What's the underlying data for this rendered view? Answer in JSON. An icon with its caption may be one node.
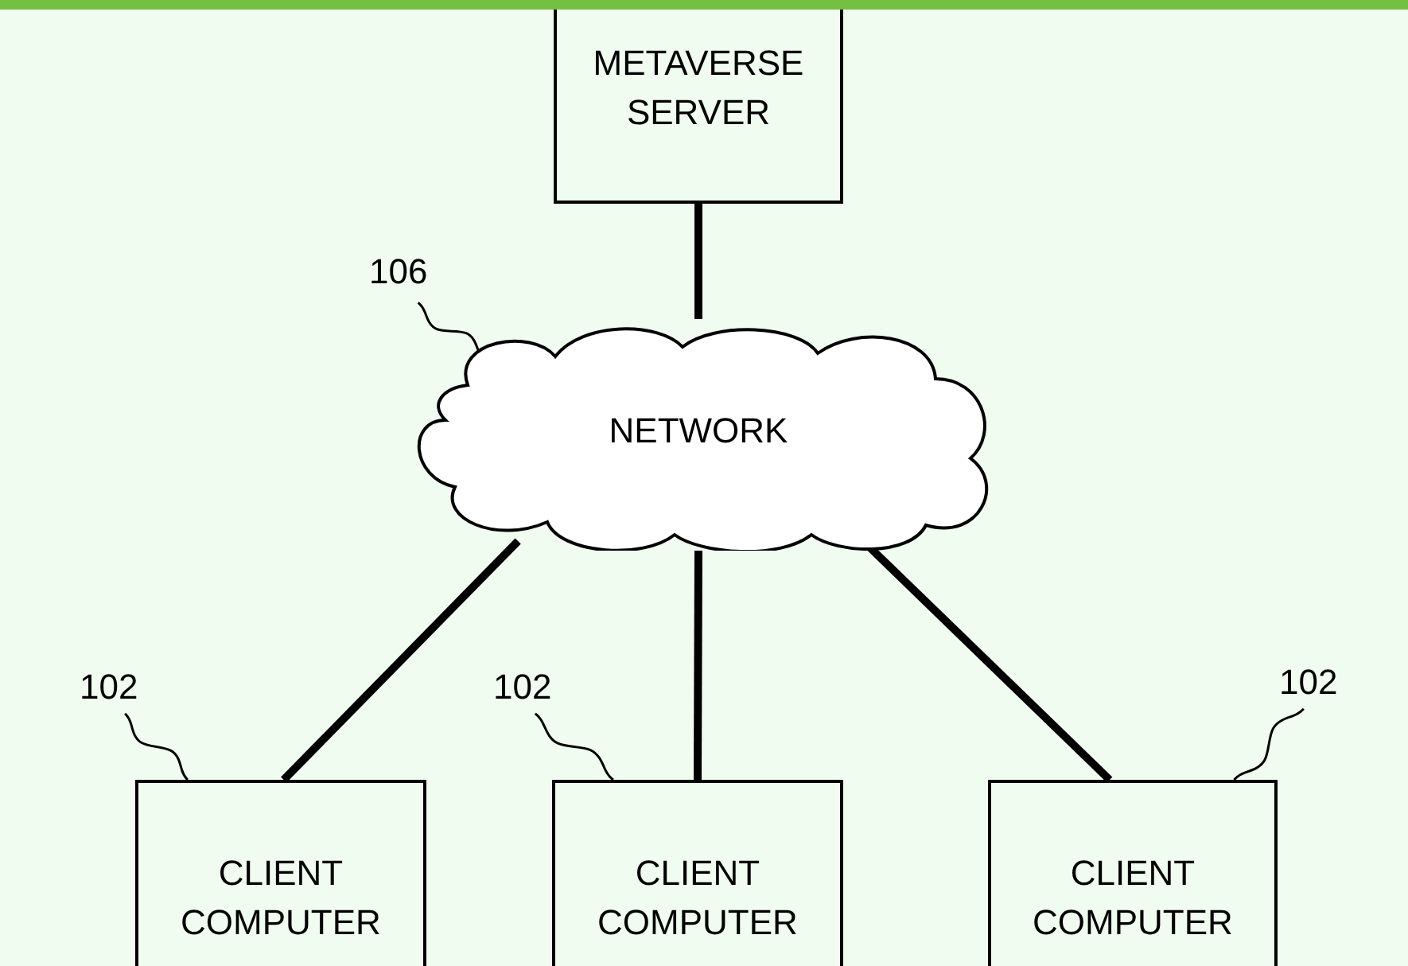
{
  "diagram": {
    "nodes": [
      {
        "text": [
          "METAVERSE SERVER"
        ]
      },
      {
        "text": [
          "106"
        ]
      },
      {
        "text": [
          "NETWORK"
        ]
      },
      {
        "text": [
          "102"
        ]
      },
      {
        "text": [
          "102"
        ]
      },
      {
        "text": [
          "102"
        ]
      },
      {
        "text": [
          "CLIENT COMPUTER"
        ]
      },
      {
        "text": [
          "CLIENT COMPUTER"
        ]
      },
      {
        "text": [
          "CLIENT COMPUTER"
        ]
      }
    ],
    "edges": [
      {
        "from": 0,
        "to": 2,
        "arrow": "none",
        "style": "thick"
      },
      {
        "from": 2,
        "to": 6,
        "arrow": "none",
        "style": "thick"
      },
      {
        "from": 2,
        "to": 7,
        "arrow": "none",
        "style": "thick"
      },
      {
        "from": 2,
        "to": 8,
        "arrow": "none",
        "style": "thick"
      },
      {
        "from": 1,
        "to": 2,
        "arrow": "none"
      },
      {
        "from": 3,
        "to": 6,
        "arrow": "none"
      },
      {
        "from": 4,
        "to": 7,
        "arrow": "none"
      },
      {
        "from": 5,
        "to": 8,
        "arrow": "none"
      }
    ]
  }
}
